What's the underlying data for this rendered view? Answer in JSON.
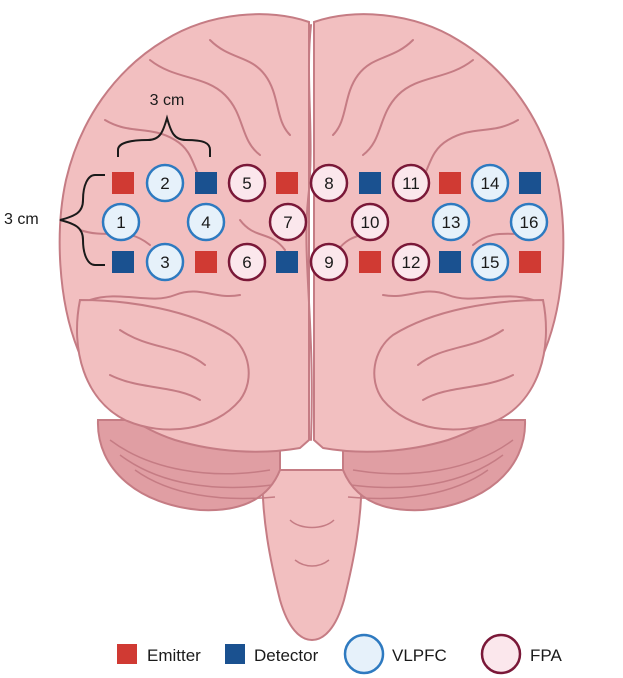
{
  "dimensions": {
    "horizontal_spacing": "3 cm",
    "vertical_spacing": "3 cm"
  },
  "colors": {
    "emitter": "#d03a33",
    "detector": "#1a5190",
    "vlpfc_stroke": "#2e7ac0",
    "vlpfc_fill": "#e6f1fa",
    "fpa_stroke": "#7a1838",
    "fpa_fill": "#fbe7ec",
    "brain_fill": "#f2bfc0",
    "brain_shade": "#e09ea3",
    "brain_line": "#c57c84"
  },
  "legend": [
    {
      "key": "emitter",
      "label": "Emitter",
      "shape": "square"
    },
    {
      "key": "detector",
      "label": "Detector",
      "shape": "square"
    },
    {
      "key": "vlpfc",
      "label": "VLPFC",
      "shape": "circle"
    },
    {
      "key": "fpa",
      "label": "FPA",
      "shape": "circle"
    }
  ],
  "channels": [
    {
      "id": "1",
      "region": "vlpfc"
    },
    {
      "id": "2",
      "region": "vlpfc"
    },
    {
      "id": "3",
      "region": "vlpfc"
    },
    {
      "id": "4",
      "region": "vlpfc"
    },
    {
      "id": "5",
      "region": "fpa"
    },
    {
      "id": "6",
      "region": "fpa"
    },
    {
      "id": "7",
      "region": "fpa"
    },
    {
      "id": "8",
      "region": "fpa"
    },
    {
      "id": "9",
      "region": "fpa"
    },
    {
      "id": "10",
      "region": "fpa"
    },
    {
      "id": "11",
      "region": "fpa"
    },
    {
      "id": "12",
      "region": "fpa"
    },
    {
      "id": "13",
      "region": "vlpfc"
    },
    {
      "id": "14",
      "region": "vlpfc"
    },
    {
      "id": "15",
      "region": "vlpfc"
    },
    {
      "id": "16",
      "region": "vlpfc"
    }
  ],
  "optodes": {
    "top_row": [
      "emitter",
      "detector",
      "emitter",
      "detector",
      "emitter",
      "detector"
    ],
    "bottom_row": [
      "detector",
      "emitter",
      "detector",
      "emitter",
      "detector",
      "emitter"
    ]
  }
}
